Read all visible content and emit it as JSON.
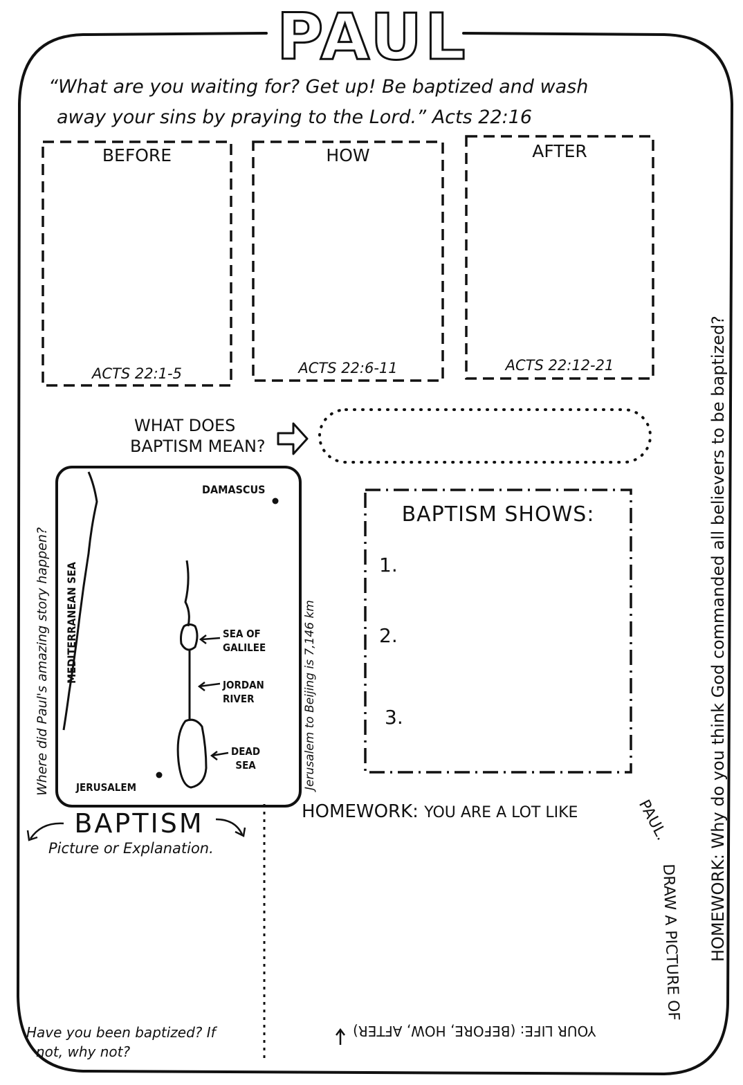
{
  "title": "PAUL",
  "verse": {
    "line1": "“What are you waiting for? Get up! Be baptized and wash",
    "line2": "away your sins by praying to the Lord.” Acts 22:16"
  },
  "panels": [
    {
      "label": "BEFORE",
      "reference": "ACTS 22:1-5"
    },
    {
      "label": "HOW",
      "reference": "ACTS 22:6-11"
    },
    {
      "label": "AFTER",
      "reference": "ACTS 22:12-21"
    }
  ],
  "meaning_prompt": {
    "line1": "WHAT DOES",
    "line2": "BAPTISM MEAN?"
  },
  "map": {
    "side_question": "Where did Paul's amazing story happen?",
    "sea": "MEDITERRANEAN SEA",
    "damascus": "DAMASCUS",
    "galilee_1": "SEA OF",
    "galilee_2": "GALILEE",
    "jordan_1": "JORDAN",
    "jordan_2": "RIVER",
    "dead_1": "DEAD",
    "dead_2": "SEA",
    "jerusalem": "JERUSALEM",
    "distance_note": "Jerusalem to Beijing is 7,146 km"
  },
  "shows": {
    "title": "BAPTISM SHOWS:",
    "items": [
      "1.",
      "2.",
      "3."
    ]
  },
  "baptism_box": {
    "title": "BAPTISM",
    "subtitle": "Picture or Explanation.",
    "question_line1": "Have you been baptized? If",
    "question_line2": "not, why not?"
  },
  "homework": {
    "label": "HOMEWORK:",
    "lead": "YOU ARE A LOT LIKE",
    "name": "PAUL.",
    "draw": "DRAW A PICTURE OF",
    "life": "YOUR LIFE: (BEFORE, HOW, AFTER)"
  },
  "side_homework": "HOMEWORK: Why do you think God commanded all believers to be baptized?"
}
